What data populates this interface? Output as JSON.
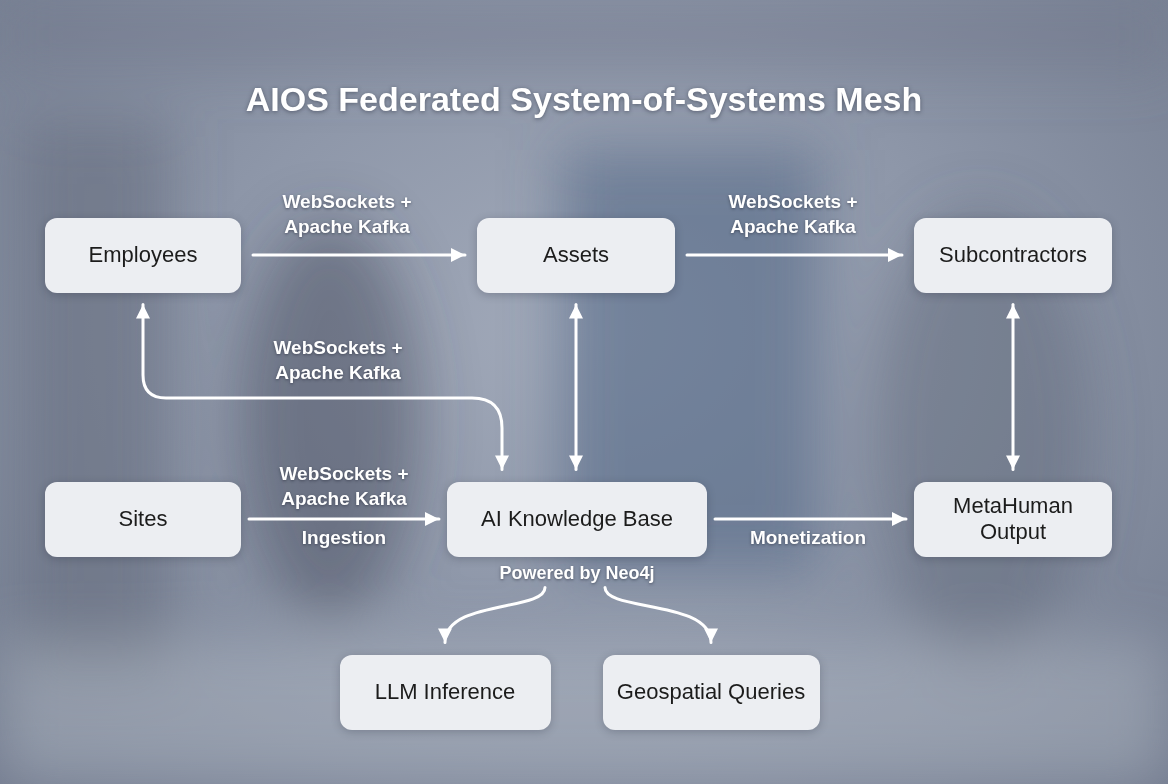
{
  "diagram": {
    "title": "AIOS Federated System-of-Systems Mesh",
    "nodes": [
      {
        "text": [
          "Employees"
        ]
      },
      {
        "text": [
          "Assets"
        ]
      },
      {
        "text": [
          "Subcontractors"
        ]
      },
      {
        "text": [
          "Sites"
        ]
      },
      {
        "text": [
          "AI Knowledge Base",
          "Powered by Neo4j"
        ]
      },
      {
        "text": [
          "MetaHuman Output"
        ]
      },
      {
        "text": [
          "LLM Inference"
        ]
      },
      {
        "text": [
          "Geospatial Queries"
        ]
      }
    ],
    "edges": [
      {
        "from": 0,
        "to": 1,
        "label": "WebSockets + Apache Kafka",
        "arrow": "to"
      },
      {
        "from": 1,
        "to": 2,
        "label": "WebSockets + Apache Kafka",
        "arrow": "to"
      },
      {
        "from": 0,
        "to": 4,
        "label": "WebSockets + Apache Kafka",
        "arrow": "both"
      },
      {
        "from": 1,
        "to": 4,
        "arrow": "both"
      },
      {
        "from": 2,
        "to": 5,
        "arrow": "both"
      },
      {
        "from": 3,
        "to": 4,
        "label": "WebSockets + Apache Kafka",
        "arrow": "to"
      },
      {
        "from": 4,
        "to": 5,
        "label": "Monetization",
        "arrow": "to"
      },
      {
        "from": 4,
        "to": 6,
        "arrow": "to"
      },
      {
        "from": 4,
        "to": 7,
        "arrow": "to"
      }
    ],
    "labels": [
      "Ingestion"
    ]
  }
}
